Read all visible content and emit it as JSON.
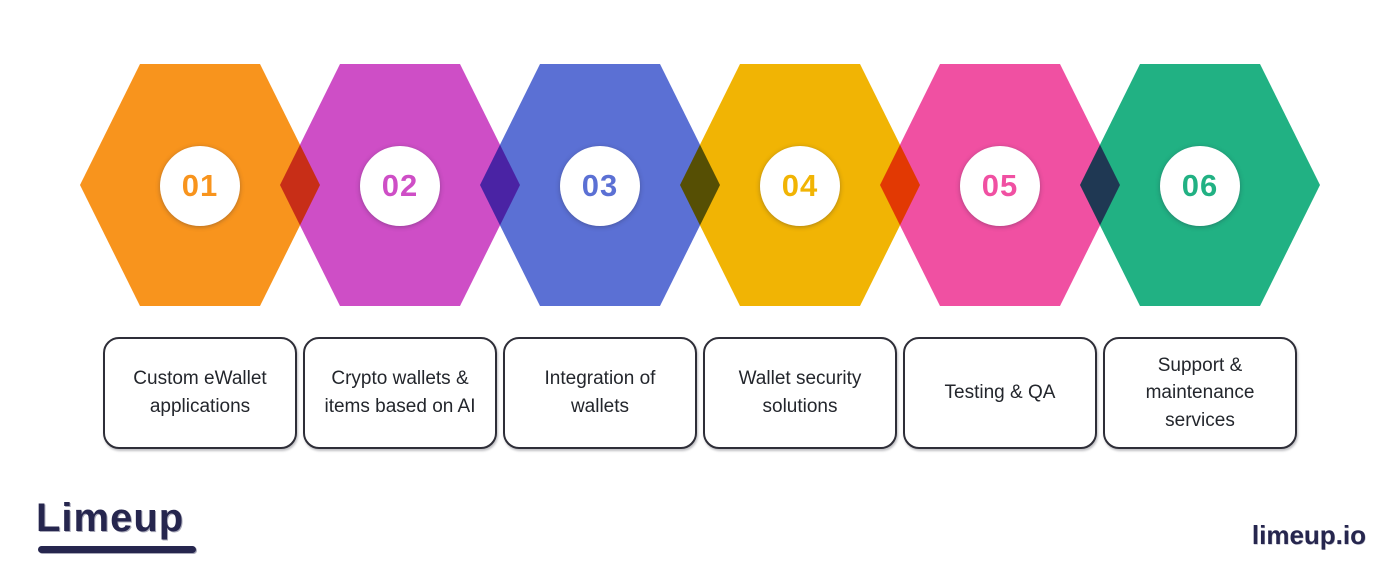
{
  "steps": [
    {
      "number": "01",
      "color": "#F8941D",
      "label": "Custom eWallet applications"
    },
    {
      "number": "02",
      "color": "#CE4EC6",
      "label": "Crypto wallets & items based on AI"
    },
    {
      "number": "03",
      "color": "#5B70D4",
      "label": "Integration of wallets"
    },
    {
      "number": "04",
      "color": "#F1B404",
      "label": "Wallet security solutions"
    },
    {
      "number": "05",
      "color": "#F050A2",
      "label": "Testing & QA"
    },
    {
      "number": "06",
      "color": "#21B183",
      "label": "Support & maintenance services"
    }
  ],
  "footer": {
    "brand": "Limeup",
    "website": "limeup.io"
  },
  "colors": {
    "background": "#FFFFFF",
    "text": "#23262C",
    "brand": "#26264E",
    "card_border": "#2E2E38"
  }
}
